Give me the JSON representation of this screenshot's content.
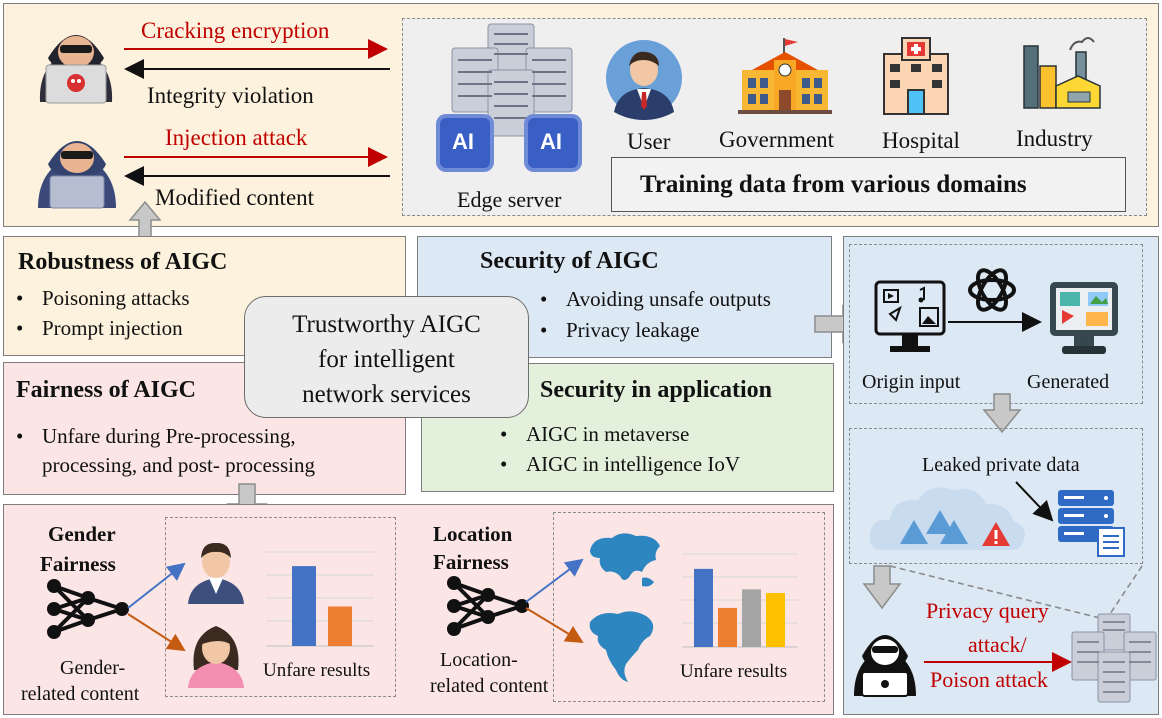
{
  "top_panel": {
    "attack_top": "Cracking encryption",
    "violation": "Integrity violation",
    "attack_bottom": "Injection attack",
    "modified": "Modified content",
    "edge_server": "Edge server",
    "ai_chip": "AI",
    "domains": [
      "User",
      "Government",
      "Hospital",
      "Industry"
    ],
    "training_data": "Training data from various domains"
  },
  "robustness": {
    "title": "Robustness of AIGC",
    "items": [
      "Poisoning attacks",
      "Prompt injection"
    ]
  },
  "security": {
    "title": "Security of AIGC",
    "items": [
      "Avoiding unsafe outputs",
      "Privacy leakage"
    ]
  },
  "center": {
    "lines": [
      "Trustworthy AIGC",
      "for intelligent",
      "network services"
    ]
  },
  "fairness": {
    "title": "Fairness of AIGC",
    "items": [
      "Unfare during Pre-processing,",
      "processing, and post- processing"
    ]
  },
  "application": {
    "title": "Security in application",
    "items": [
      "AIGC in metaverse",
      "AIGC in intelligence IoV"
    ]
  },
  "fair_panel": {
    "gender_title": [
      "Gender",
      "Fairness"
    ],
    "gender_caption": [
      "Gender-",
      "related content"
    ],
    "location_title": [
      "Location",
      "Fairness"
    ],
    "location_caption": [
      "Location-",
      "related content"
    ],
    "unfare": "Unfare results",
    "gender_bars": [
      0.85,
      0.42
    ],
    "location_bars": [
      0.84,
      0.42,
      0.62,
      0.58
    ]
  },
  "right_panel": {
    "origin": "Origin input",
    "generated": "Generated",
    "leaked": "Leaked private data",
    "attack": [
      "Privacy query",
      "attack/",
      "Poison attack"
    ]
  },
  "colors": {
    "top_bg": "#fdf2dd",
    "robust_bg": "#fdf2dd",
    "security_bg": "#dde8f5",
    "fairness_bg": "#fbe5e5",
    "application_bg": "#e3f1dc",
    "fair_panel_bg": "#fbe5e5",
    "right_bg": "#dde8f5",
    "attack_red": "#c00000",
    "bar_blue": "#4472c4",
    "bar_orange": "#ed7d31",
    "bar_gray": "#a5a5a5",
    "bar_yellow": "#ffc000"
  }
}
